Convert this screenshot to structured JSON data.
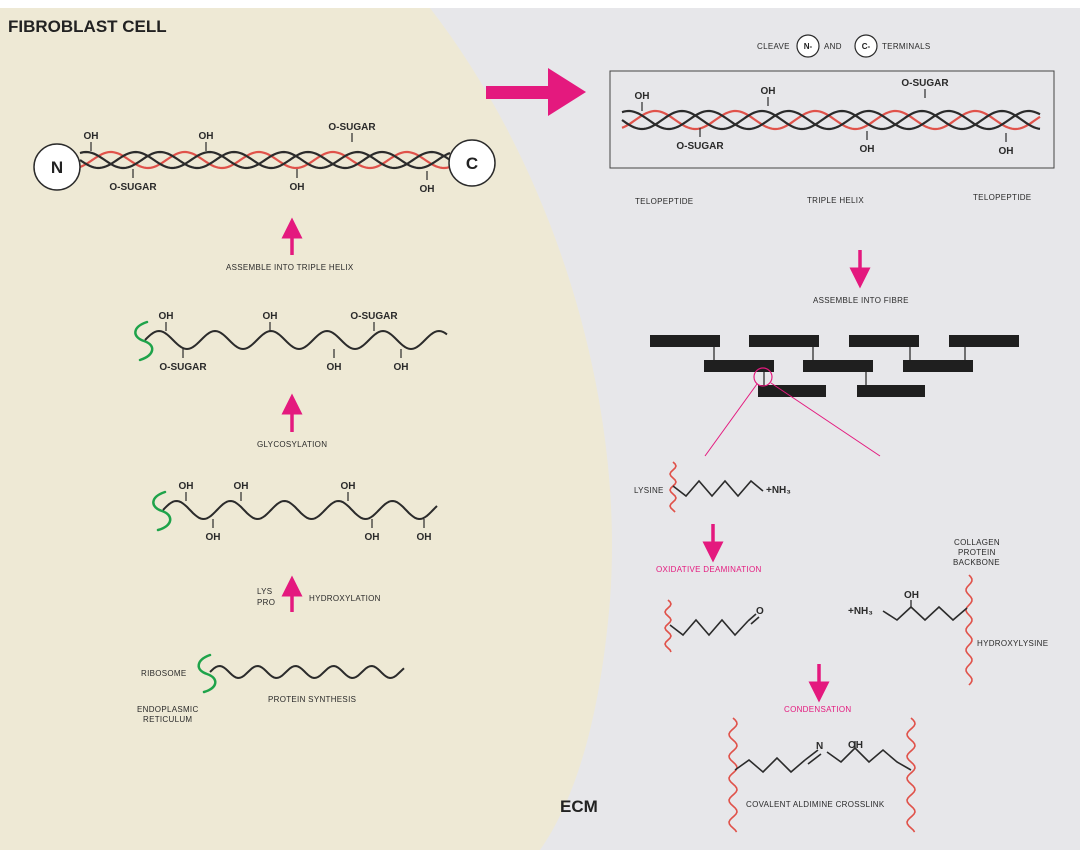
{
  "regions": {
    "cell": "FIBROBLAST CELL",
    "ecm": "ECM"
  },
  "terminals": {
    "n": "N",
    "c": "C",
    "n_small": "N-",
    "c_small": "C-"
  },
  "groups": {
    "oh": "OH",
    "osugar": "O-SUGAR",
    "nh3": "+NH₃",
    "o": "O",
    "n": "N"
  },
  "steps": {
    "ribosome": "RIBOSOME",
    "er_line1": "ENDOPLASMIC",
    "er_line2": "RETICULUM",
    "synthesis": "PROTEIN SYNTHESIS",
    "lys": "LYS",
    "pro": "PRO",
    "hydroxylation": "HYDROXYLATION",
    "glycosylation": "GLYCOSYLATION",
    "assemble_helix": "ASSEMBLE INTO TRIPLE HELIX",
    "cleave": "CLEAVE",
    "and": "AND",
    "terminals": "TERMINALS",
    "telopeptide": "TELOPEPTIDE",
    "triple_helix": "TRIPLE HELIX",
    "assemble_fibre": "ASSEMBLE INTO FIBRE",
    "lysine": "LYSINE",
    "oxidative": "OXIDATIVE DEAMINATION",
    "backbone_1": "COLLAGEN",
    "backbone_2": "PROTEIN",
    "backbone_3": "BACKBONE",
    "hydroxylysine": "HYDROXYLYSINE",
    "condensation": "CONDENSATION",
    "crosslink": "COVALENT  ALDIMINE  CROSSLINK"
  },
  "colors": {
    "cell_bg": "#eee9d5",
    "ecm_bg": "#e7e7ea",
    "arrow": "#e4197e",
    "chain": "#2b2b2b",
    "chain_red": "#e0524a",
    "ribosome": "#1ea34a"
  }
}
